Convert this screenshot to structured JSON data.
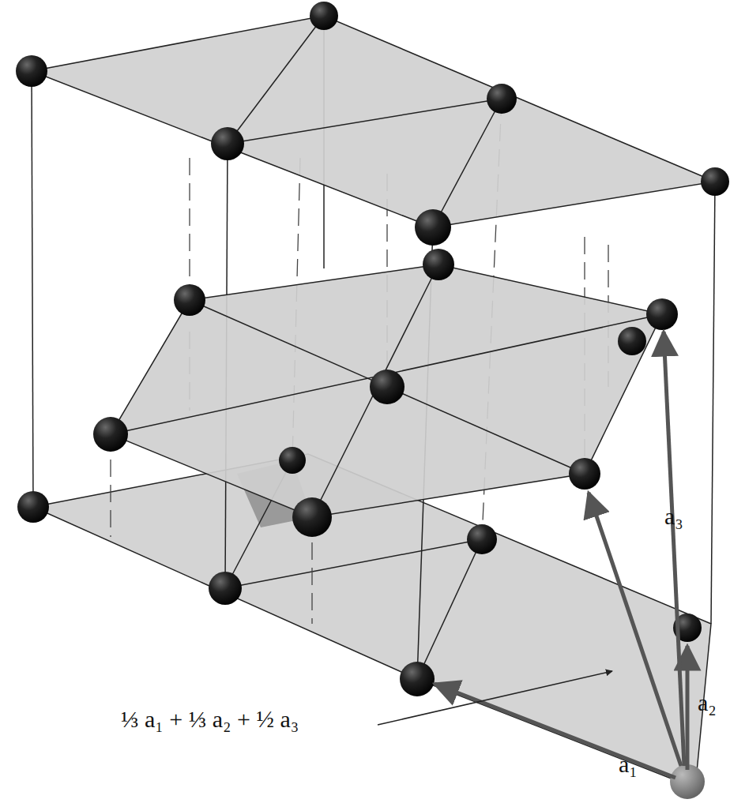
{
  "diagram": {
    "labels": [
      "⅓ a₁ + ⅓ a₂ + ½ a₃",
      "a₁",
      "a₂",
      "a₃"
    ]
  }
}
